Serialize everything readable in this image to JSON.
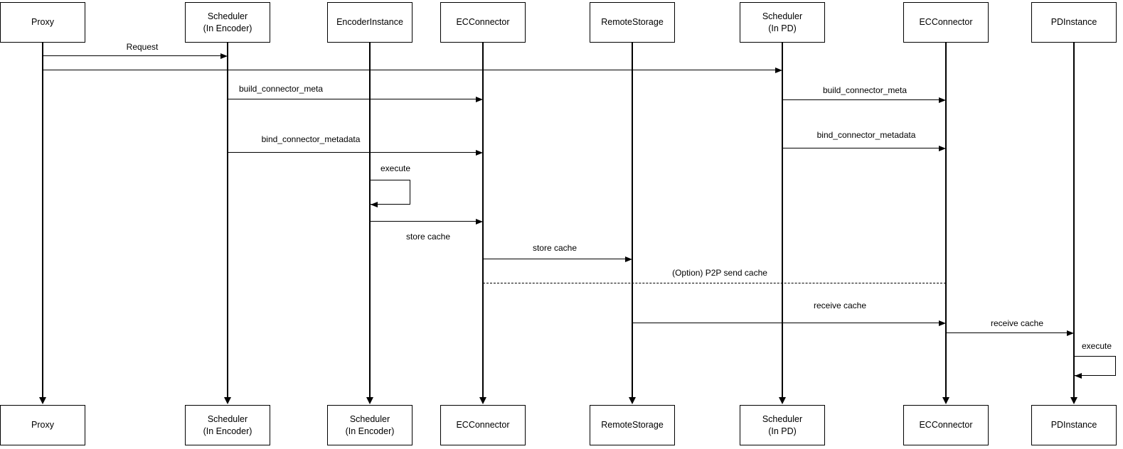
{
  "diagram": {
    "type": "sequence-diagram",
    "colors": {
      "line": "#000000",
      "box_fill": "#ffffff",
      "text": "#000000",
      "background": "#ffffff"
    },
    "participants_top": [
      "Proxy",
      "Scheduler\n(In Encoder)",
      "EncoderInstance",
      "ECConnector",
      "RemoteStorage",
      "Scheduler\n(In PD)",
      "ECConnector",
      "PDInstance"
    ],
    "participants_bottom": [
      "Proxy",
      "Scheduler\n(In Encoder)",
      "Scheduler\n(In Encoder)",
      "ECConnector",
      "RemoteStorage",
      "Scheduler\n(In PD)",
      "ECConnector",
      "PDInstance"
    ],
    "messages": [
      {
        "from": "Proxy",
        "to": "Scheduler (In Encoder)",
        "label": "Request",
        "style": "solid"
      },
      {
        "from": "Proxy",
        "to": "Scheduler (In PD)",
        "label": "",
        "style": "solid"
      },
      {
        "from": "Scheduler (In Encoder)",
        "to": "ECConnector",
        "label": "build_connector_meta",
        "style": "solid"
      },
      {
        "from": "Scheduler (In PD)",
        "to": "ECConnector",
        "label": "build_connector_meta",
        "style": "solid"
      },
      {
        "from": "Scheduler (In Encoder)",
        "to": "ECConnector",
        "label": "bind_connector_metadata",
        "style": "solid"
      },
      {
        "from": "Scheduler (In PD)",
        "to": "ECConnector",
        "label": "bind_connector_metadata",
        "style": "solid"
      },
      {
        "from": "EncoderInstance",
        "to": "ECConnector",
        "label": "store cache",
        "style": "solid"
      },
      {
        "from": "ECConnector",
        "to": "RemoteStorage",
        "label": "store cache",
        "style": "solid"
      },
      {
        "from": "ECConnector",
        "to": "ECConnector",
        "label": "(Option) P2P send cache",
        "style": "dashed"
      },
      {
        "from": "RemoteStorage",
        "to": "ECConnector",
        "label": "receive cache",
        "style": "solid"
      },
      {
        "from": "ECConnector",
        "to": "PDInstance",
        "label": "receive cache",
        "style": "solid"
      }
    ],
    "self_messages": [
      {
        "on": "EncoderInstance",
        "label": "execute"
      },
      {
        "on": "PDInstance",
        "label": "execute"
      }
    ]
  }
}
